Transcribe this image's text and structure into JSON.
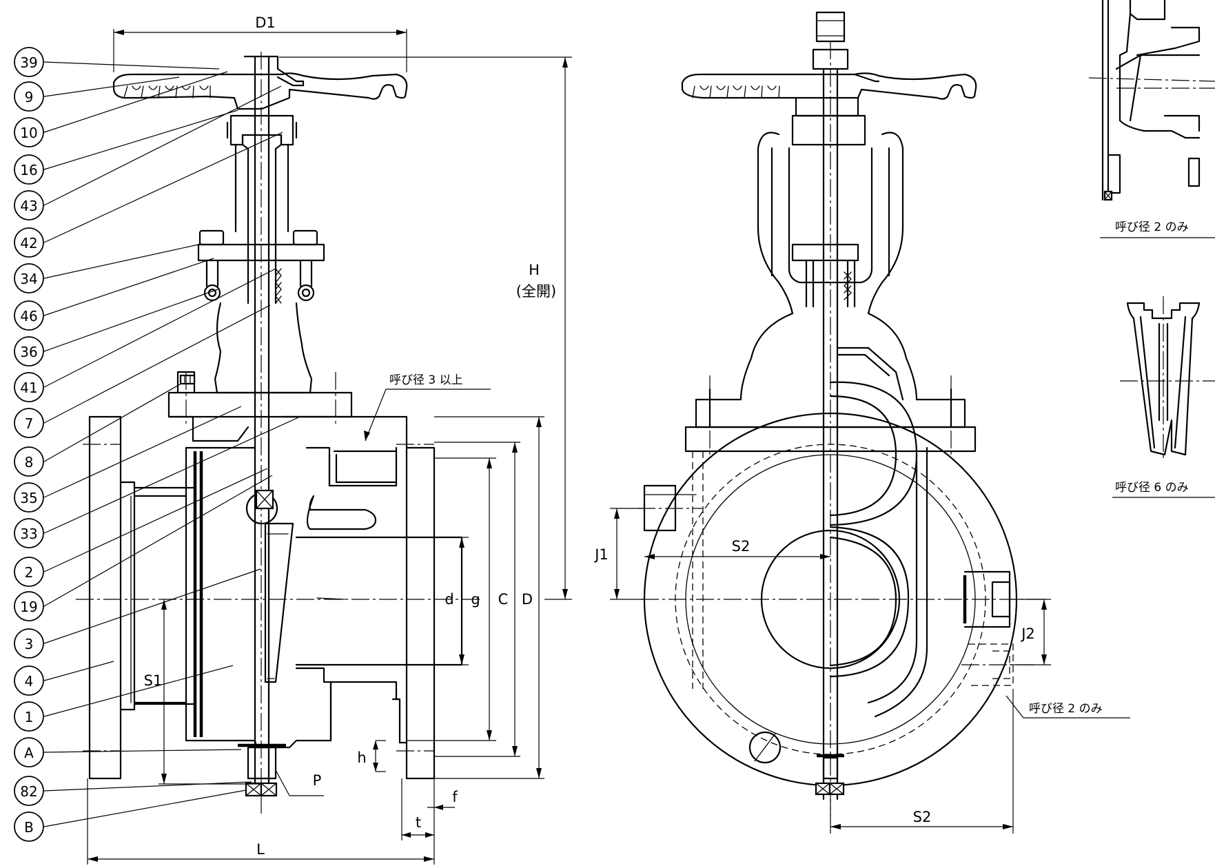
{
  "balloons": [
    "39",
    "9",
    "10",
    "16",
    "43",
    "42",
    "34",
    "46",
    "36",
    "41",
    "7",
    "8",
    "35",
    "33",
    "2",
    "19",
    "3",
    "4",
    "1",
    "A",
    "82",
    "B"
  ],
  "dimensions": {
    "d1": "D1",
    "h_full_open": "H",
    "h_full_open_note": "(全開)",
    "d": "d",
    "g": "g",
    "c": "C",
    "D": "D",
    "s1": "S1",
    "l": "L",
    "h": "h",
    "t": "t",
    "f": "f",
    "p": "P",
    "j1": "J1",
    "j2": "J2",
    "s2_upper": "S2",
    "s2_lower": "S2"
  },
  "notes": {
    "size3_up": "呼び径 3 以上",
    "size2_only_top": "呼び径 2 のみ",
    "size6_only": "呼び径 6 のみ",
    "size2_only_bottom": "呼び径 2 のみ"
  }
}
